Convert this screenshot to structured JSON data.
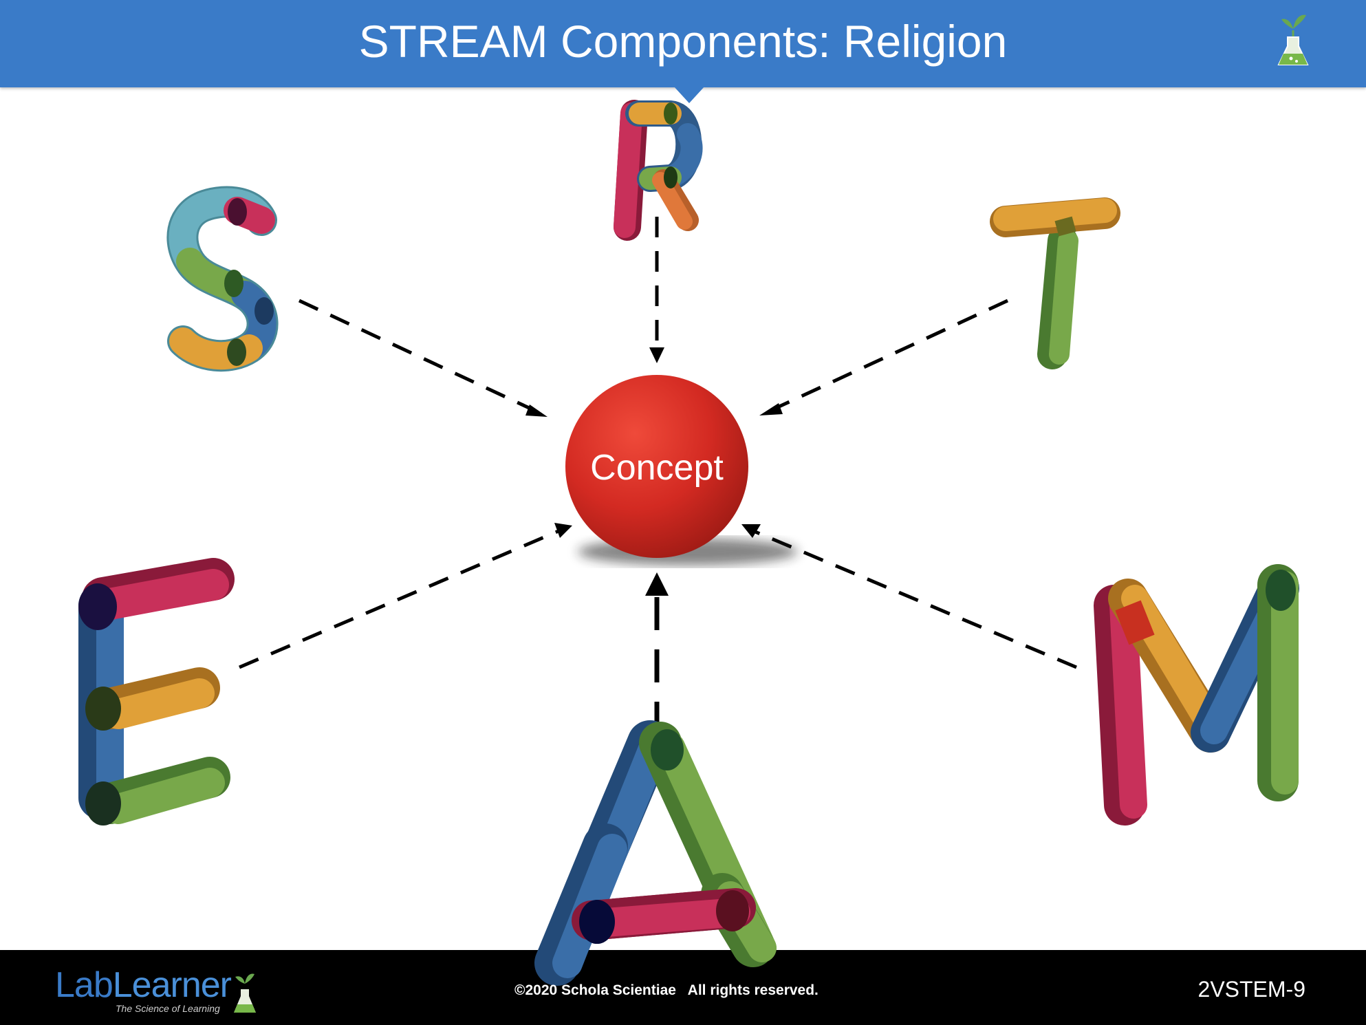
{
  "header": {
    "title": "STREAM Components: Religion"
  },
  "diagram": {
    "center_label": "Concept",
    "letters": [
      "S",
      "T",
      "R",
      "E",
      "A",
      "M"
    ]
  },
  "footer": {
    "logo_lab": "Lab",
    "logo_learner": "Learner",
    "logo_tagline": "The Science of Learning",
    "copyright": "©2020 Schola Scientiae   All rights reserved.",
    "slide_number": "2VSTEM-9"
  },
  "colors": {
    "header": "#3a7bc8",
    "concept_sphere": "#d8322a",
    "pink": "#c8305a",
    "blue": "#3a6ea8",
    "green": "#78a84a",
    "orange": "#e0a038",
    "teal": "#6ab0c0"
  },
  "icons": [
    "flask-icon"
  ]
}
